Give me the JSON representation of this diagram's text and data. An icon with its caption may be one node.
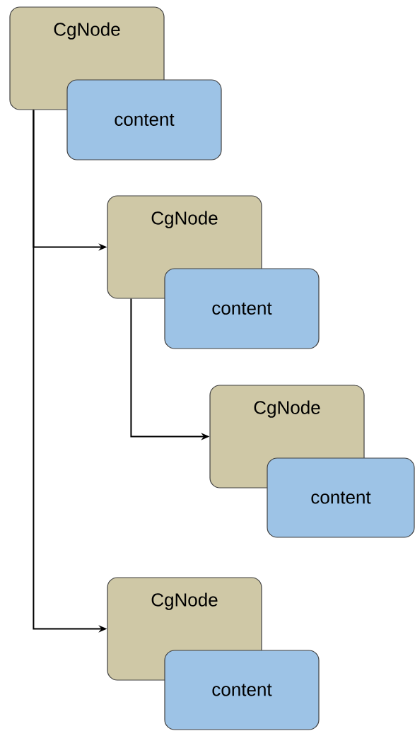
{
  "diagram": {
    "nodes": [
      {
        "text": [
          "CgNode"
        ]
      },
      {
        "text": [
          "content"
        ]
      },
      {
        "text": [
          "CgNode"
        ]
      },
      {
        "text": [
          "content"
        ]
      },
      {
        "text": [
          "CgNode"
        ]
      },
      {
        "text": [
          "content"
        ]
      },
      {
        "text": [
          "CgNode"
        ]
      },
      {
        "text": [
          "content"
        ]
      }
    ],
    "edges": [
      {
        "from": 0,
        "to": 2,
        "arrow": "to"
      },
      {
        "from": 2,
        "to": 4,
        "arrow": "to"
      },
      {
        "from": 0,
        "to": 6,
        "arrow": "to"
      }
    ]
  }
}
